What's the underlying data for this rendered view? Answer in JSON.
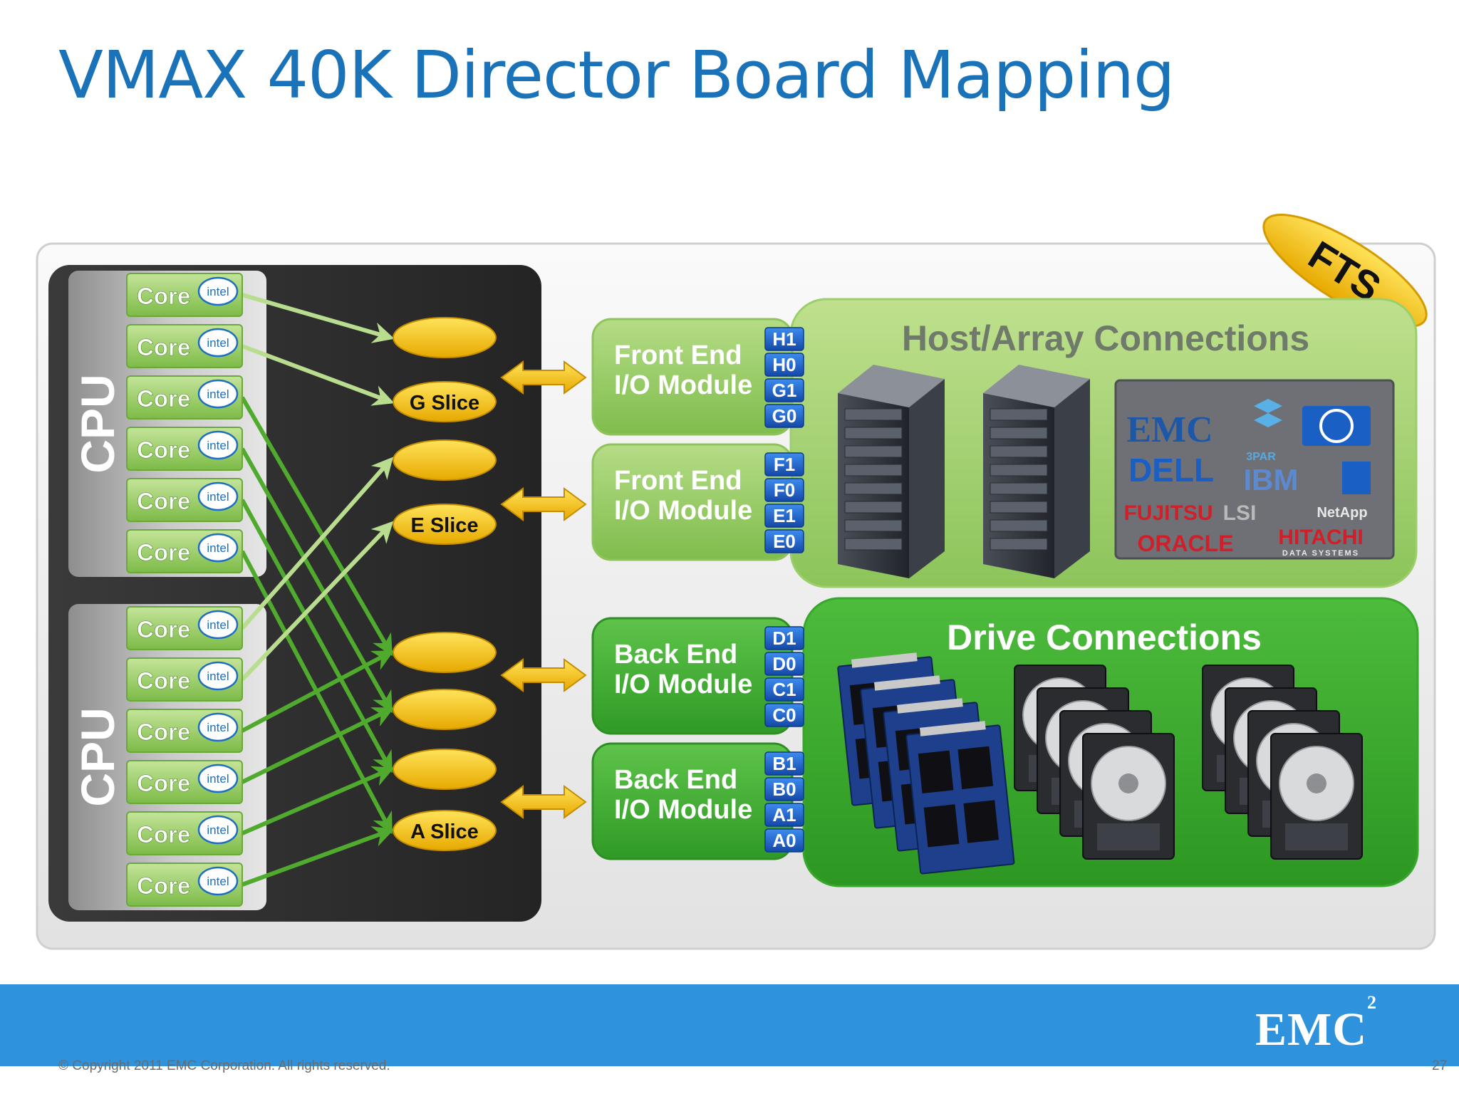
{
  "title": "VMAX 40K Director Board Mapping",
  "fts_label": "FTS",
  "cpu_label": "CPU",
  "core_label": "Core",
  "intel_label": "intel",
  "cpus": [
    {
      "cores": 6
    },
    {
      "cores": 6
    }
  ],
  "slices": [
    {
      "label": ""
    },
    {
      "label": "G Slice"
    },
    {
      "label": ""
    },
    {
      "label": "E Slice"
    },
    {
      "label": ""
    },
    {
      "label": ""
    },
    {
      "label": ""
    },
    {
      "label": "A Slice"
    }
  ],
  "modules": [
    {
      "line1": "Front End",
      "line2": "I/O Module",
      "ports": [
        "H1",
        "H0",
        "G1",
        "G0"
      ]
    },
    {
      "line1": "Front End",
      "line2": "I/O Module",
      "ports": [
        "F1",
        "F0",
        "E1",
        "E0"
      ]
    },
    {
      "line1": "Back End",
      "line2": "I/O Module",
      "ports": [
        "D1",
        "D0",
        "C1",
        "C0"
      ]
    },
    {
      "line1": "Back End",
      "line2": "I/O Module",
      "ports": [
        "B1",
        "B0",
        "A1",
        "A0"
      ]
    }
  ],
  "host_panel": {
    "title": "Host/Array Connections",
    "vendors": [
      "EMC",
      "3PAR",
      "IBM",
      "DELL",
      "FUJITSU",
      "LSI",
      "NetApp",
      "ORACLE",
      "HITACHI",
      "DATA SYSTEMS"
    ]
  },
  "drive_panel": {
    "title": "Drive Connections"
  },
  "colors": {
    "title": "#1a73b8",
    "blue_bar": "#2e92dc",
    "green_light": "#9fd068",
    "green_dark": "#3fa32e",
    "slice_yellow": "#f6c708",
    "port_blue": "#1a5fc4",
    "board_dark": "#2b2b2b"
  },
  "footer": {
    "copyright": "© Copyright 2011 EMC Corporation. All rights reserved.",
    "page": "27",
    "logo": "EMC",
    "logo_sup": "2"
  }
}
